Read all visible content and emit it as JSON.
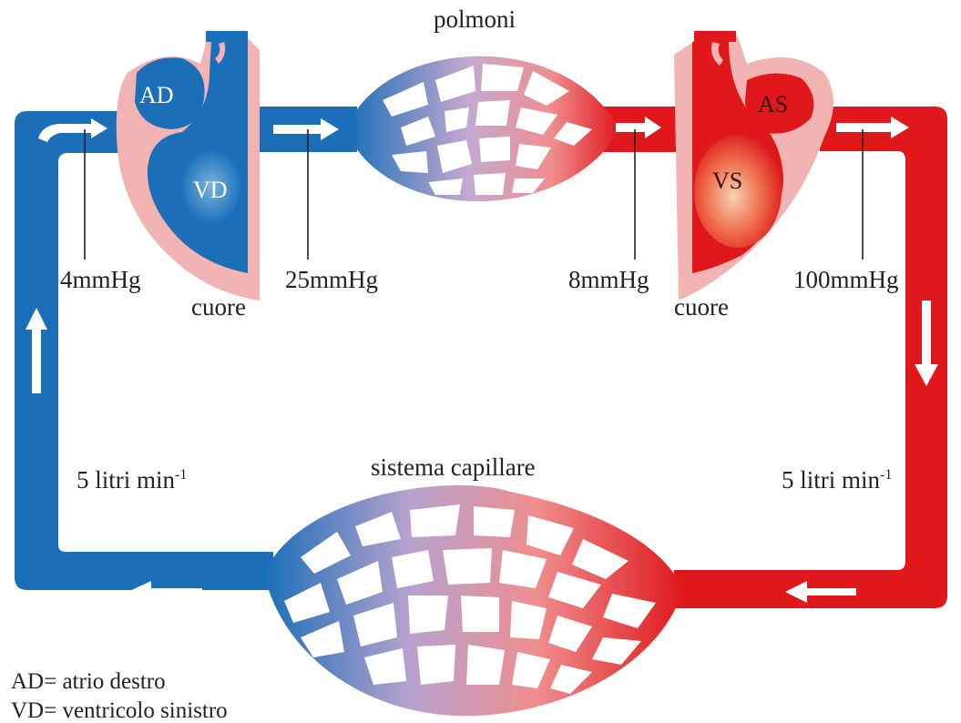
{
  "labels": {
    "lungs": "polmoni",
    "capillary_system": "sistema capillare",
    "heart_right": "cuore",
    "heart_left": "cuore",
    "ad": "AD",
    "vd": "VD",
    "as": "AS",
    "vs": "VS"
  },
  "pressures": {
    "right_atrium": "4mmHg",
    "pulmonary_artery": "25mmHg",
    "pulmonary_vein": "8mmHg",
    "aorta": "100mmHg"
  },
  "flow": {
    "left_text": "5 litri min",
    "left_exp": "-1",
    "right_text": "5 litri min",
    "right_exp": "-1"
  },
  "legend": {
    "ad": "AD= atrio destro",
    "vd": "VD= ventricolo sinistro"
  },
  "colors": {
    "venous": "#1a6fb8",
    "arterial": "#e0181c",
    "wall": "#f2b3b3"
  }
}
